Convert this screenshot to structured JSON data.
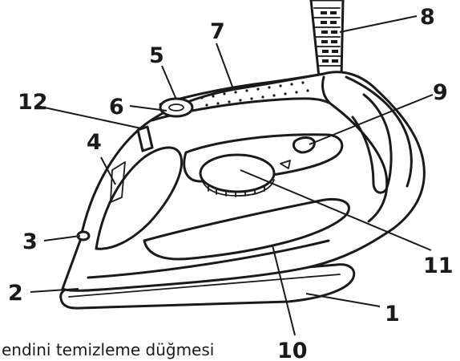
{
  "figure": {
    "callouts": [
      "1",
      "2",
      "3",
      "4",
      "5",
      "6",
      "7",
      "8",
      "9",
      "10",
      "11",
      "12"
    ],
    "caption": "endini temizleme düğmesi"
  }
}
